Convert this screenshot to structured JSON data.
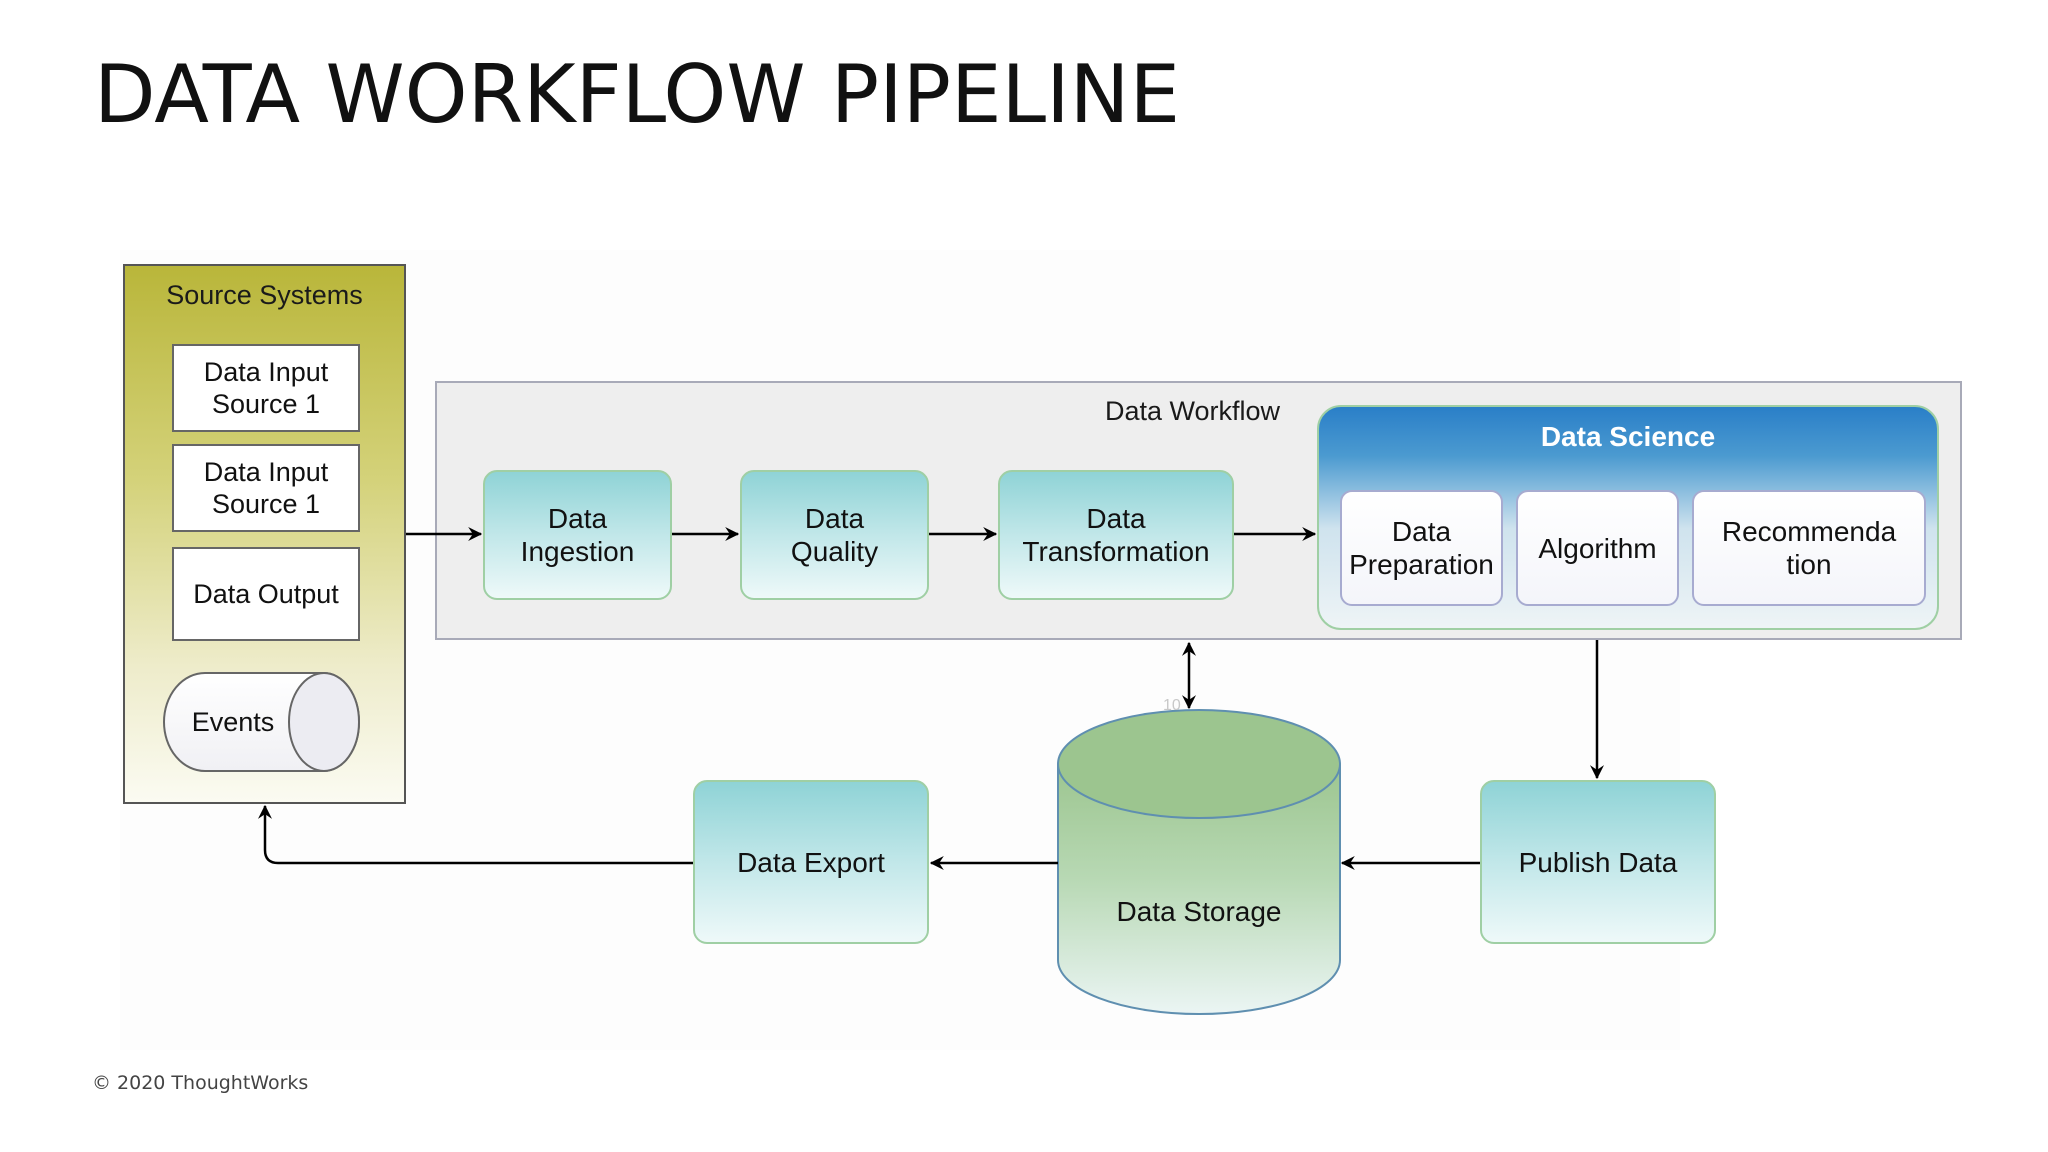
{
  "title": "DATA WORKFLOW PIPELINE",
  "footer": "© 2020 ThoughtWorks",
  "source_systems": {
    "title": "Source Systems",
    "items": [
      "Data Input\nSource 1",
      "Data Input\nSource 1",
      "Data Output"
    ],
    "events": "Events"
  },
  "workflow": {
    "label": "Data Workflow",
    "steps": [
      "Data\nIngestion",
      "Data\nQuality",
      "Data\nTransformation"
    ]
  },
  "data_science": {
    "title": "Data Science",
    "items": [
      "Data\nPreparation",
      "Algorithm",
      "Recommenda\ntion"
    ]
  },
  "bottom": {
    "storage": "Data Storage",
    "export": "Data Export",
    "publish": "Publish Data",
    "marker": "10"
  },
  "colors": {
    "source_gradient_top": "#b9b63a",
    "step_fill": "#8fd3d6",
    "data_science_header": "#2a7fc8",
    "storage_fill": "#9cc58f"
  }
}
